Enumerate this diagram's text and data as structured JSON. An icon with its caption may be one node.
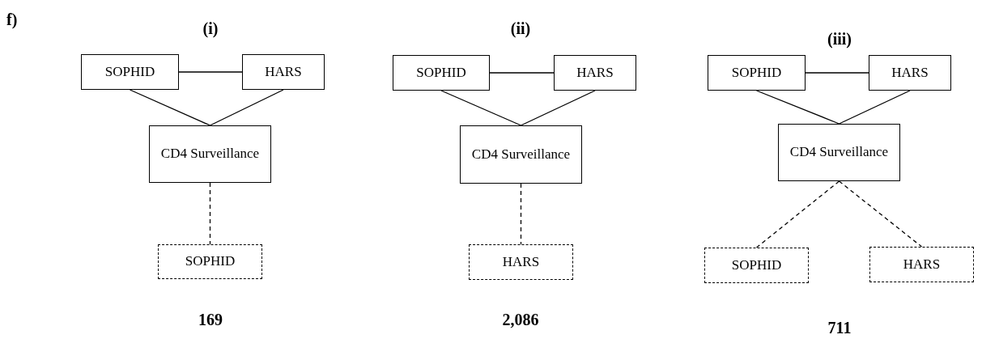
{
  "diagram": {
    "nodes": [
      {
        "text": [
          "SOPHID"
        ]
      },
      {
        "text": [
          "HARS"
        ]
      },
      {
        "text": [
          "CD4 Surveillance"
        ]
      },
      {
        "text": [
          "SOPHID"
        ]
      },
      {
        "text": [
          "SOPHID"
        ]
      },
      {
        "text": [
          "HARS"
        ]
      },
      {
        "text": [
          "CD4 Surveillance"
        ]
      },
      {
        "text": [
          "HARS"
        ]
      },
      {
        "text": [
          "SOPHID"
        ]
      },
      {
        "text": [
          "HARS"
        ]
      },
      {
        "text": [
          "CD4 Surveillance"
        ]
      },
      {
        "text": [
          "SOPHID"
        ]
      },
      {
        "text": [
          "HARS"
        ]
      }
    ],
    "edges": [
      {
        "from": 0,
        "to": 1,
        "arrow": "none"
      },
      {
        "from": 0,
        "to": 2,
        "arrow": "none"
      },
      {
        "from": 1,
        "to": 2,
        "arrow": "none"
      },
      {
        "from": 2,
        "to": 3,
        "arrow": "none",
        "style": "dashed"
      },
      {
        "from": 4,
        "to": 5,
        "arrow": "none"
      },
      {
        "from": 4,
        "to": 6,
        "arrow": "none"
      },
      {
        "from": 5,
        "to": 6,
        "arrow": "none"
      },
      {
        "from": 6,
        "to": 7,
        "arrow": "none",
        "style": "dashed"
      },
      {
        "from": 8,
        "to": 9,
        "arrow": "none"
      },
      {
        "from": 8,
        "to": 10,
        "arrow": "none"
      },
      {
        "from": 9,
        "to": 10,
        "arrow": "none"
      },
      {
        "from": 10,
        "to": 11,
        "arrow": "none",
        "style": "dashed"
      },
      {
        "from": 10,
        "to": 12,
        "arrow": "none",
        "style": "dashed"
      }
    ],
    "labels": [
      "f)",
      "(i)",
      "(ii)",
      "(iii)",
      "169",
      "2,086",
      "711"
    ]
  }
}
